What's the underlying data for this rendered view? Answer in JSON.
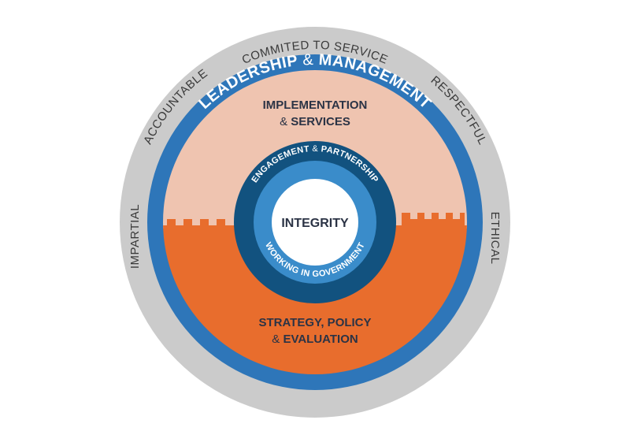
{
  "colors": {
    "outer_ring": "#cbcbcb",
    "blue_ring": "#2e76b9",
    "peach": "#efc4b0",
    "orange": "#e86d2d",
    "dark_blue_ring": "#12527f",
    "mid_blue_ring": "#3a8cca",
    "center": "#ffffff",
    "dark_text": "#2b3345",
    "ring_text": "#3a3a3a",
    "light_text": "#ffffff"
  },
  "outer_values": {
    "top": "COMMITED TO SERVICE",
    "top_left": "ACCOUNTABLE",
    "top_right": "RESPECTFUL",
    "left": "IMPARTIAL",
    "right": "ETHICAL"
  },
  "leadership": {
    "part1": "LEADERSHIP",
    "amp": "&",
    "part2": "MANAGEMENT"
  },
  "implementation": {
    "line1": "IMPLEMENTATION",
    "line2_amp": "&",
    "line2_word": "SERVICES"
  },
  "strategy": {
    "line1": "STRATEGY, POLICY",
    "line2_amp": "&",
    "line2_word": "EVALUATION"
  },
  "engagement": {
    "part1": "ENGAGEMENT",
    "amp": "&",
    "part2": "PARTNERSHIP"
  },
  "working": "WORKING IN GOVERNMENT",
  "core": "INTEGRITY"
}
